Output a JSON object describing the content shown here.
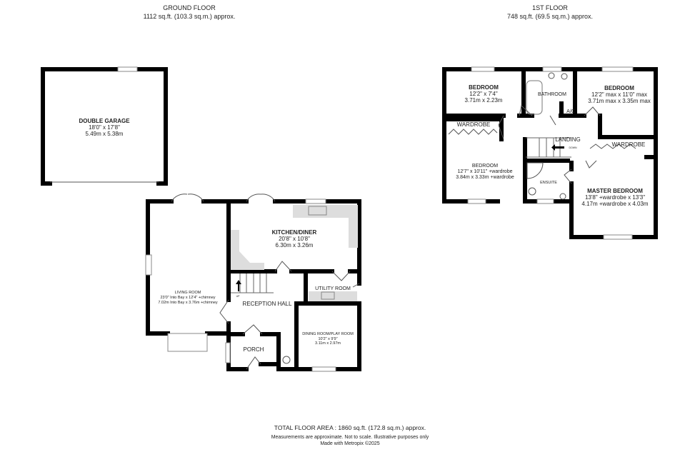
{
  "ground_floor": {
    "title": "GROUND FLOOR",
    "area": "1112 sq.ft. (103.3 sq.m.) approx.",
    "rooms": [
      {
        "name": "DOUBLE GARAGE",
        "dim_imperial": "18'0\" x 17'8\"",
        "dim_metric": "5.49m  x 5.38m"
      },
      {
        "name": "KITCHEN/DINER",
        "dim_imperial": "20'8\"  x 10'8\"",
        "dim_metric": "6.30m  x 3.26m"
      },
      {
        "name": "LIVING ROOM",
        "dim_imperial": "23'0\" Into Bay x 12'4\" +chimney",
        "dim_metric": "7.02m Into Bay x 3.76m +chimney"
      },
      {
        "name": "UTILITY ROOM"
      },
      {
        "name": "RECEPTION HALL"
      },
      {
        "name": "DINING ROOM/PLAY ROOM",
        "dim_imperial": "10'2\"  x 9'9\"",
        "dim_metric": "3.11m  x 2.97m"
      },
      {
        "name": "PORCH"
      }
    ],
    "stairs_label": "UP"
  },
  "first_floor": {
    "title": "1ST FLOOR",
    "area": "748 sq.ft. (69.5 sq.m.) approx.",
    "rooms": [
      {
        "name": "BEDROOM",
        "dim_imperial": "12'2\"  x 7'4\"",
        "dim_metric": "3.71m  x 2.23m"
      },
      {
        "name": "BATHROOM"
      },
      {
        "name": "BEDROOM",
        "dim_imperial": "12'2\" max x 11'0\" max",
        "dim_metric": "3.71m max x 3.35m max"
      },
      {
        "name": "A/C"
      },
      {
        "name": "WARDROBE"
      },
      {
        "name": "LANDING"
      },
      {
        "name": "BEDROOM",
        "dim_imperial": "12'7\"  x 10'11\" +wardrobe",
        "dim_metric": "3.84m  x 3.33m +wardrobe"
      },
      {
        "name": "WARDROBE"
      },
      {
        "name": "ENSUITE"
      },
      {
        "name": "MASTER BEDROOM",
        "dim_imperial": "13'8\" +wardrobe x 13'3\"",
        "dim_metric": "4.17m +wardrobe x 4.03m"
      }
    ],
    "stairs_label": "DOWN"
  },
  "footer": {
    "total": "TOTAL FLOOR AREA : 1860 sq.ft. (172.8 sq.m.) approx.",
    "disclaimer": "Measurements are approximate.  Not to scale.  Illustrative purposes only",
    "credit": "Made with Metropix ©2025"
  }
}
